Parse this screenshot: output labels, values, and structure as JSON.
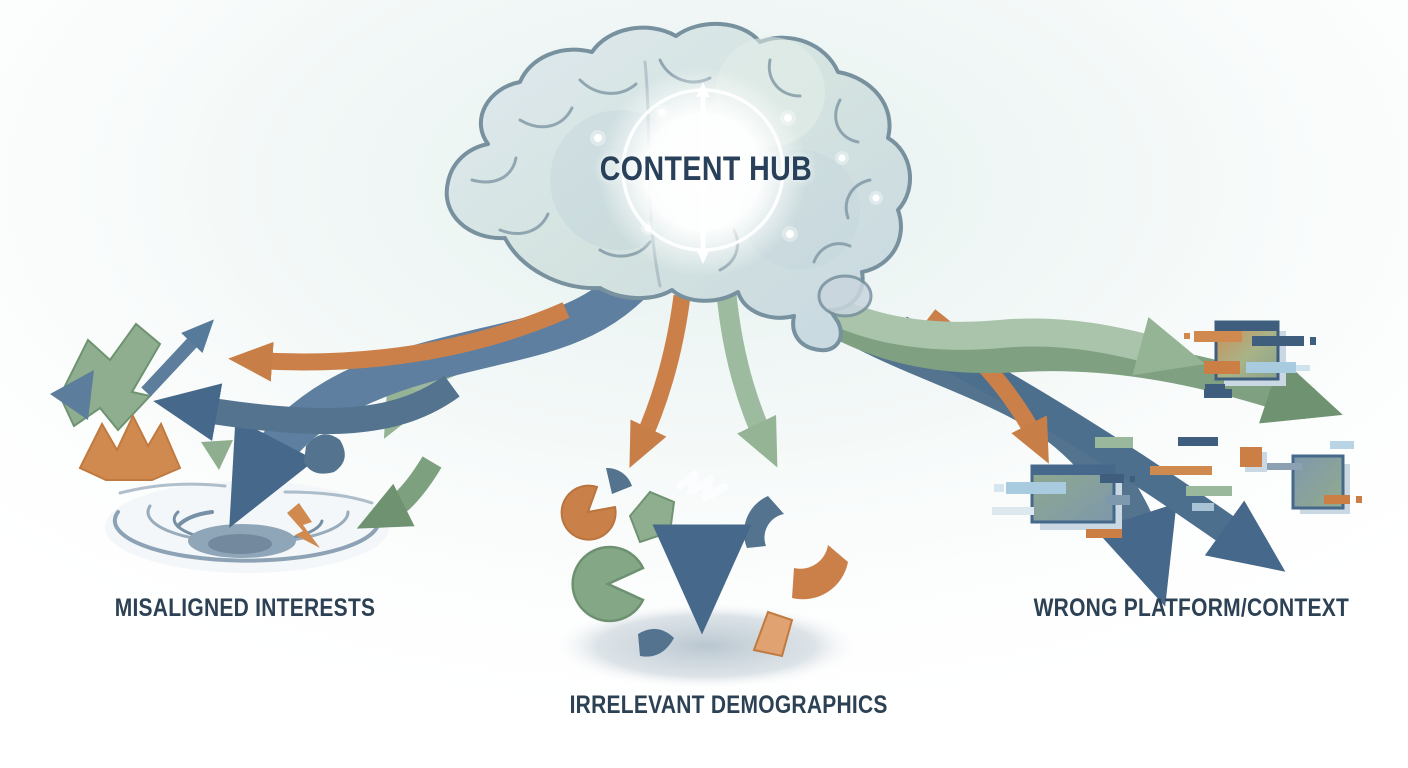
{
  "diagram": {
    "hub": {
      "title": "CONTENT HUB",
      "icon": "brain-icon"
    },
    "outcomes": [
      {
        "id": "misaligned-interests",
        "label": "MISALIGNED INTERESTS",
        "icon": "whirlpool-icon",
        "position": "left"
      },
      {
        "id": "irrelevant-demographics",
        "label": "IRRELEVANT DEMOGRAPHICS",
        "icon": "broken-arrow-icon",
        "position": "center"
      },
      {
        "id": "wrong-platform-context",
        "label": "WRONG PLATFORM/CONTEXT",
        "icon": "glitch-screens-icon",
        "position": "right"
      }
    ],
    "colors": {
      "label_text": "#2d4154",
      "arrow_blue": "#54738f",
      "arrow_blue_dark": "#46688a",
      "arrow_green": "#7fa181",
      "arrow_green_light": "#a9c4aa",
      "arrow_orange": "#cc8049",
      "brain_outline": "#78919f",
      "glow": "#ffffff",
      "background": "#ffffff"
    }
  }
}
